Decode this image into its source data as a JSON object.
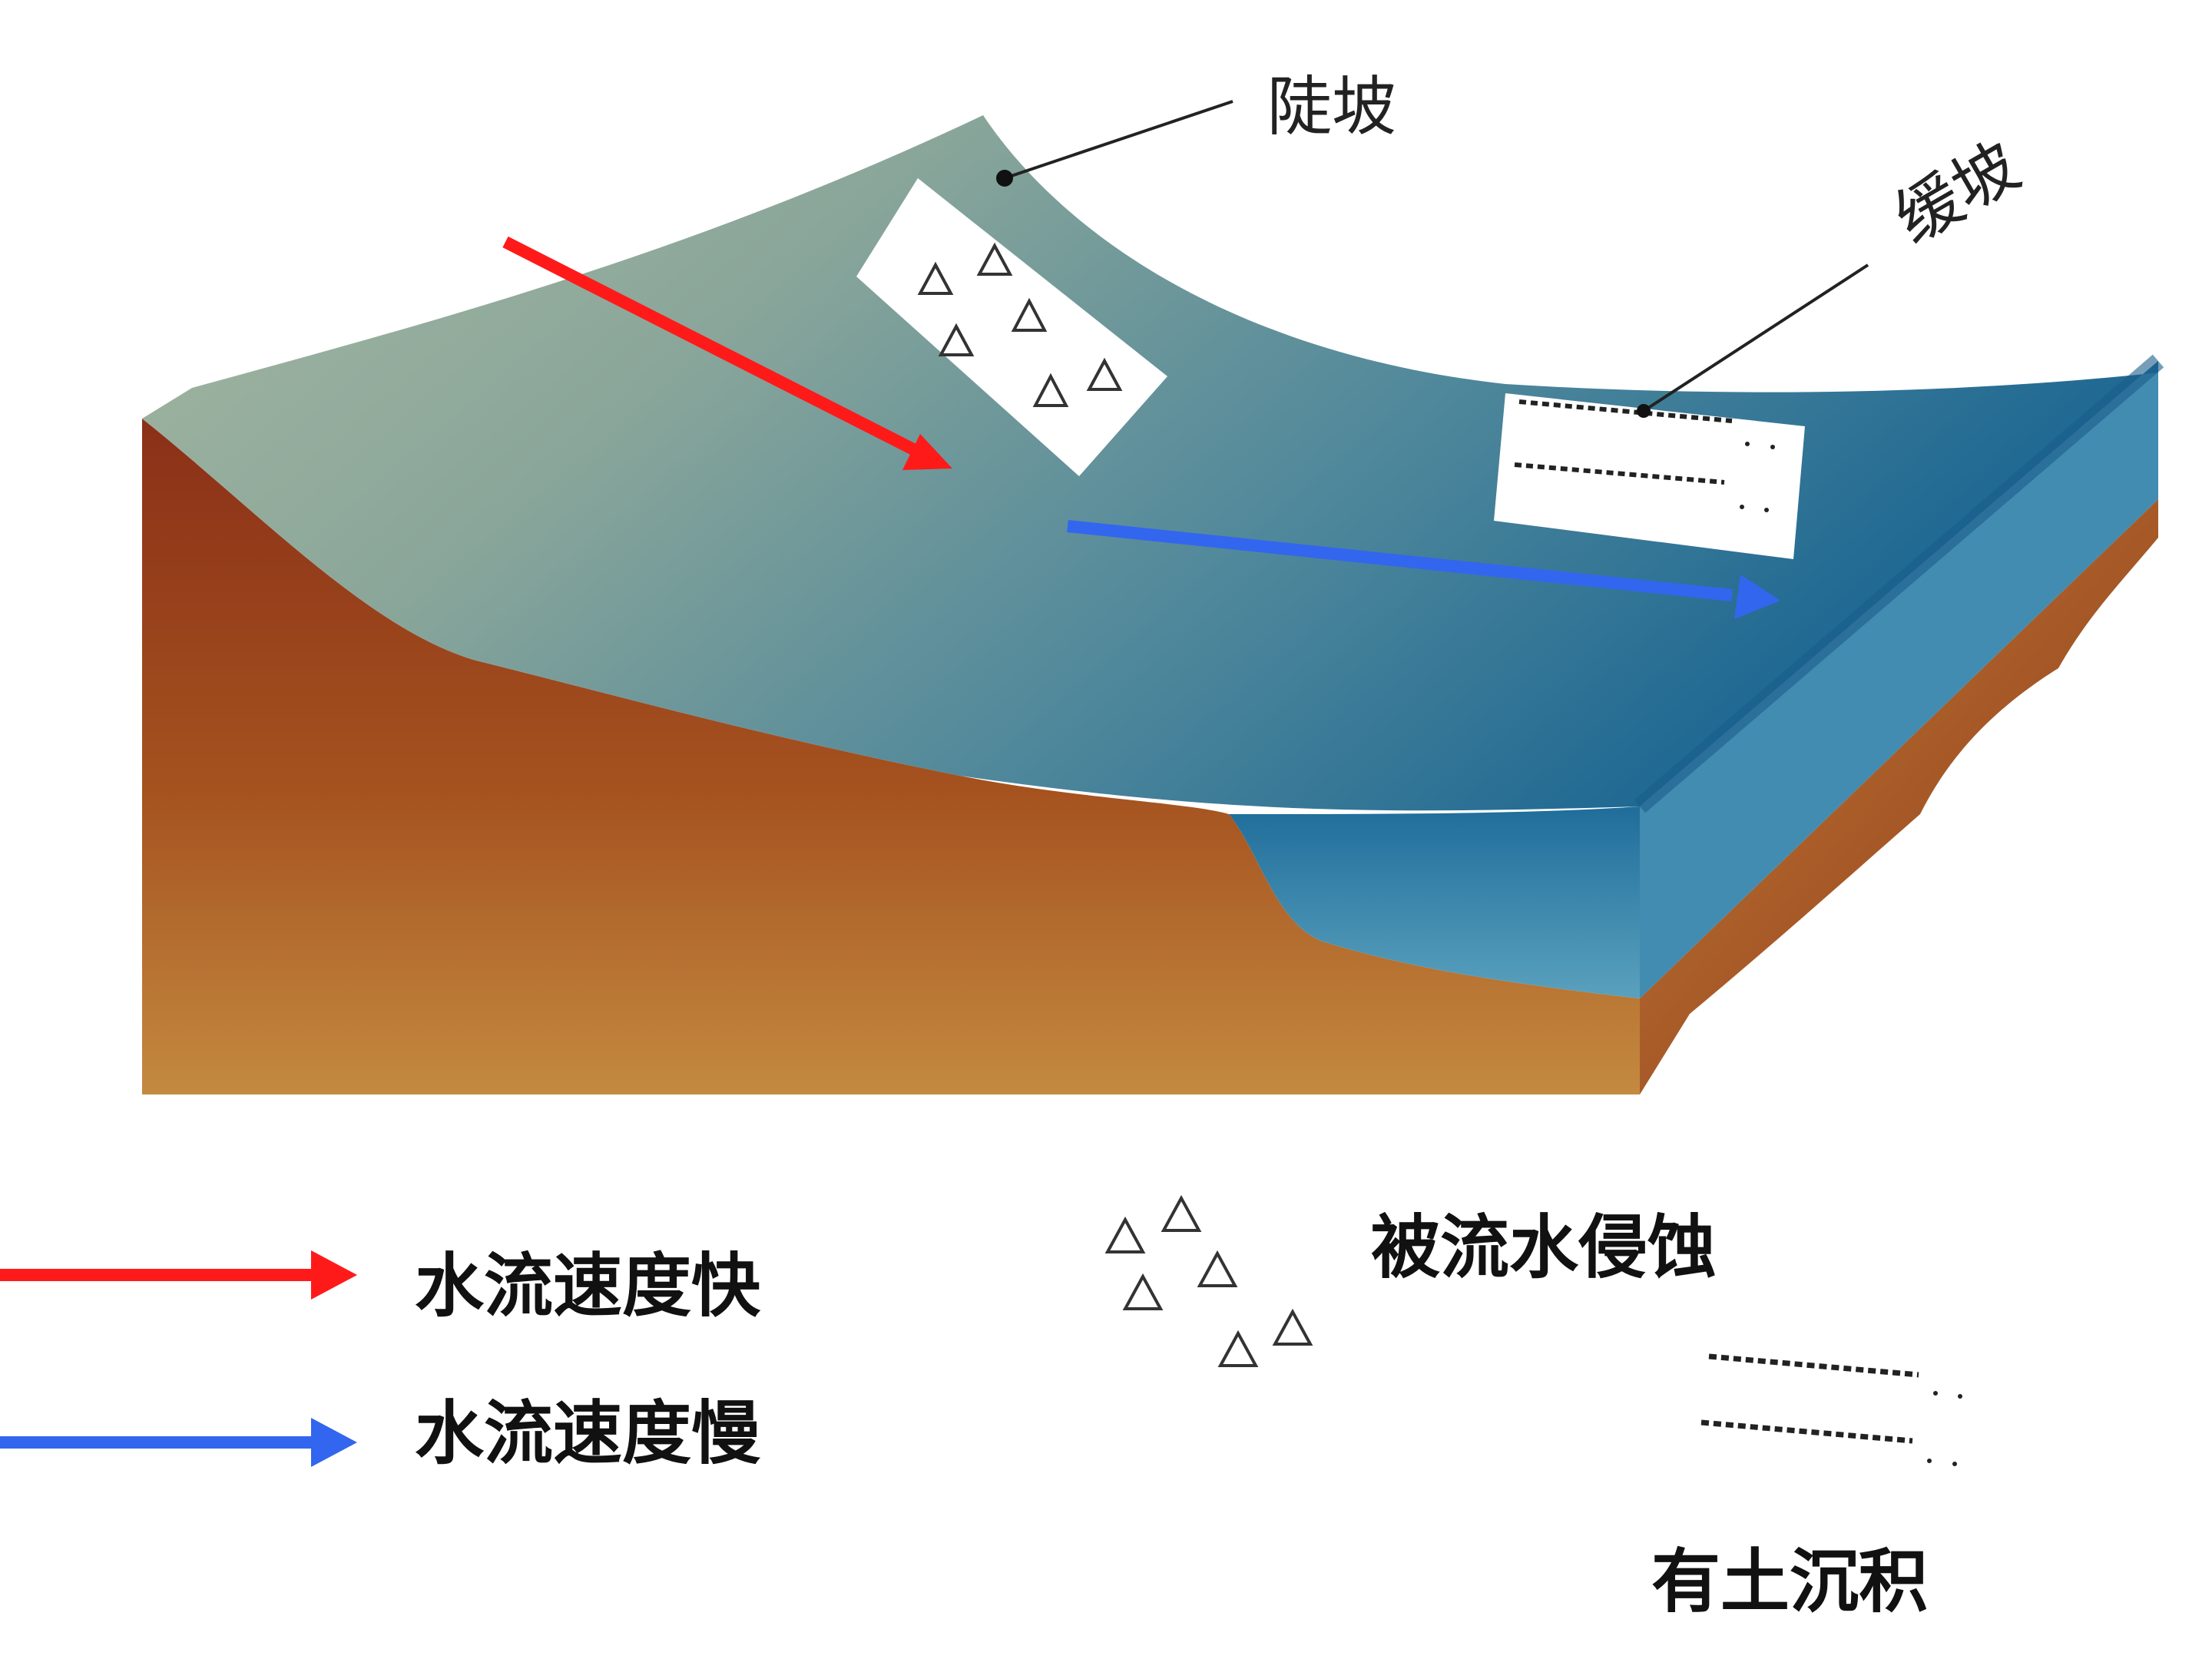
{
  "diagram": {
    "labels": {
      "steep_slope": "陡坡",
      "gentle_slope": "缓坡"
    },
    "colors": {
      "fast_arrow": "#ff1a1a",
      "slow_arrow": "#3366ee",
      "soil_dark": "#8a3a1c",
      "soil_light": "#c4863c",
      "slope_top": "#9fb4a0",
      "water_deep": "#1a6a9a"
    }
  },
  "legend": {
    "fast_flow": "水流速度快",
    "slow_flow": "水流速度慢",
    "erosion": "被流水侵蚀",
    "deposition": "有土沉积"
  }
}
